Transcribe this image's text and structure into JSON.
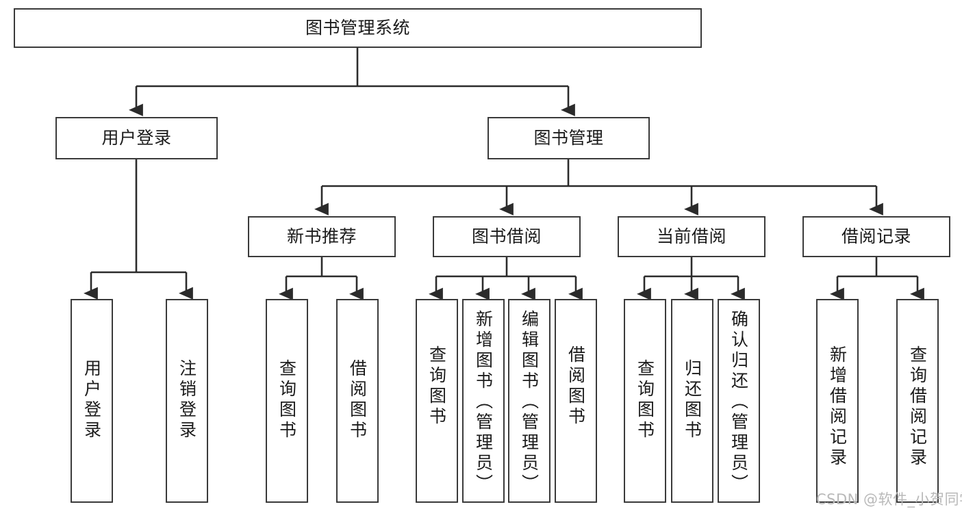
{
  "diagram": {
    "type": "tree-hierarchy",
    "title": "图书管理系统",
    "orientation": "top-down",
    "levels": 4,
    "arrow_style": "filled-triangle",
    "colors": {
      "box_border": "#3a3a3a",
      "box_fill": "#ffffff",
      "edge": "#2b2b2b",
      "text": "#1b1b1b",
      "watermark": "#b9b9b9",
      "background": "#ffffff"
    }
  },
  "nodes": {
    "root": {
      "label": "图书管理系统"
    },
    "level2": [
      {
        "id": "user-login",
        "label": "用户登录"
      },
      {
        "id": "book-management",
        "label": "图书管理"
      }
    ],
    "level3": [
      {
        "id": "new-book-recommend",
        "label": "新书推荐"
      },
      {
        "id": "book-borrow",
        "label": "图书借阅"
      },
      {
        "id": "current-borrow",
        "label": "当前借阅"
      },
      {
        "id": "borrow-record",
        "label": "借阅记录"
      }
    ],
    "leaves": {
      "user_login": [
        {
          "id": "leaf-user-login",
          "label": "用户登录"
        },
        {
          "id": "leaf-logout",
          "label": "注销登录"
        }
      ],
      "new_book_recommend": [
        {
          "id": "leaf-query-book-1",
          "label": "查询图书"
        },
        {
          "id": "leaf-borrow-book-1",
          "label": "借阅图书"
        }
      ],
      "book_borrow": [
        {
          "id": "leaf-query-book-2",
          "label": "查询图书"
        },
        {
          "id": "leaf-add-book",
          "label": "新增图书（管理员）"
        },
        {
          "id": "leaf-edit-book",
          "label": "编辑图书（管理员）"
        },
        {
          "id": "leaf-borrow-book-2",
          "label": "借阅图书"
        }
      ],
      "current_borrow": [
        {
          "id": "leaf-query-book-3",
          "label": "查询图书"
        },
        {
          "id": "leaf-return-book",
          "label": "归还图书"
        },
        {
          "id": "leaf-confirm-return",
          "label": "确认归还（管理员）"
        }
      ],
      "borrow_record": [
        {
          "id": "leaf-add-record",
          "label": "新增借阅记录"
        },
        {
          "id": "leaf-query-record",
          "label": "查询借阅记录"
        }
      ]
    }
  },
  "watermark": {
    "text": "CSDN @软件_小贺同学"
  }
}
